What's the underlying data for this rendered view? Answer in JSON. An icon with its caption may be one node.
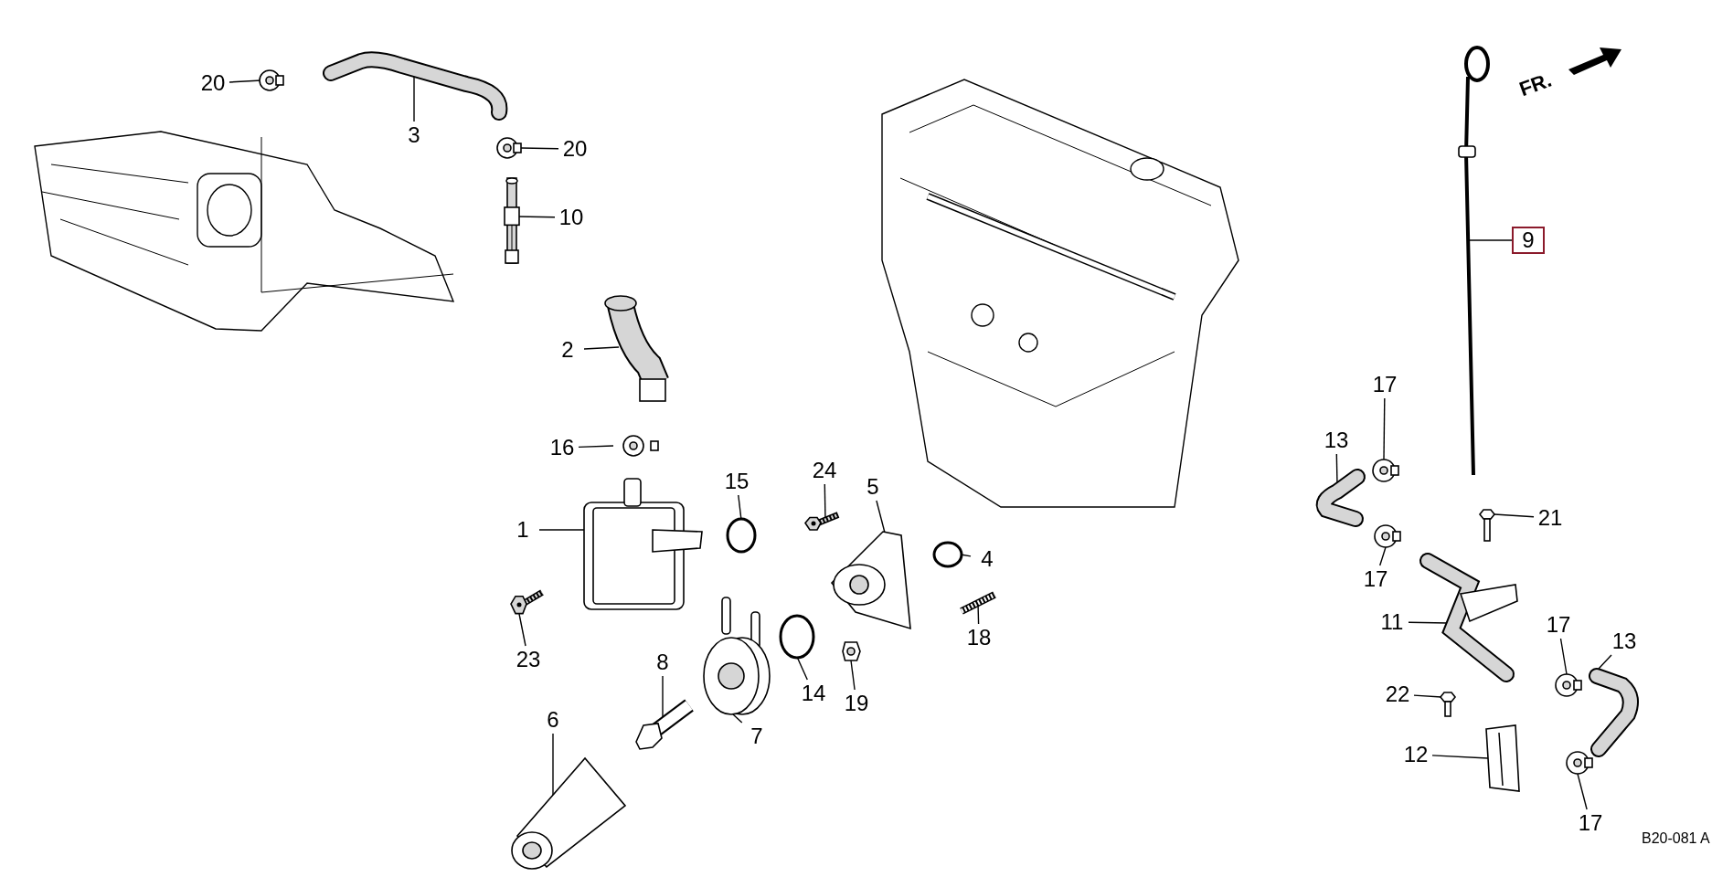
{
  "diagram": {
    "nodes": [
      {
        "text": [
          "20"
        ]
      },
      {
        "text": [],
        "shape": "picture"
      },
      {
        "text": [
          "3"
        ]
      },
      {
        "text": [],
        "shape": "picture"
      },
      {
        "text": [
          "20"
        ]
      },
      {
        "text": [],
        "shape": "picture"
      },
      {
        "text": [
          "10"
        ]
      },
      {
        "text": [],
        "shape": "picture"
      },
      {
        "text": [
          "2"
        ]
      },
      {
        "text": [],
        "shape": "picture"
      },
      {
        "text": [
          "16"
        ]
      },
      {
        "text": [],
        "shape": "picture"
      },
      {
        "text": [
          "1"
        ]
      },
      {
        "text": [],
        "shape": "picture"
      },
      {
        "text": [
          "15"
        ]
      },
      {
        "text": [],
        "shape": "circle"
      },
      {
        "text": [
          "24"
        ]
      },
      {
        "text": [],
        "shape": "picture"
      },
      {
        "text": [
          "5"
        ]
      },
      {
        "text": [],
        "shape": "picture"
      },
      {
        "text": [
          "4"
        ]
      },
      {
        "text": [],
        "shape": "circle"
      },
      {
        "text": [
          "23"
        ]
      },
      {
        "text": [],
        "shape": "picture"
      },
      {
        "text": [
          "18"
        ]
      },
      {
        "text": [],
        "shape": "picture"
      },
      {
        "text": [
          "19"
        ]
      },
      {
        "text": [],
        "shape": "picture"
      },
      {
        "text": [
          "14"
        ]
      },
      {
        "text": [],
        "shape": "circle"
      },
      {
        "text": [
          "8"
        ]
      },
      {
        "text": [],
        "shape": "picture"
      },
      {
        "text": [
          "7"
        ]
      },
      {
        "text": [],
        "shape": "picture"
      },
      {
        "text": [
          "6"
        ]
      },
      {
        "text": [],
        "shape": "picture"
      },
      {
        "text": [
          "9"
        ]
      },
      {
        "text": [],
        "shape": "picture"
      },
      {
        "text": [
          "17"
        ]
      },
      {
        "text": [],
        "shape": "picture"
      },
      {
        "text": [
          "13"
        ]
      },
      {
        "text": [],
        "shape": "picture"
      },
      {
        "text": [
          "17"
        ]
      },
      {
        "text": [],
        "shape": "picture"
      },
      {
        "text": [
          "21"
        ]
      },
      {
        "text": [],
        "shape": "picture"
      },
      {
        "text": [
          "11"
        ]
      },
      {
        "text": [],
        "shape": "picture"
      },
      {
        "text": [
          "17"
        ]
      },
      {
        "text": [],
        "shape": "picture"
      },
      {
        "text": [
          "13"
        ]
      },
      {
        "text": [],
        "shape": "picture"
      },
      {
        "text": [
          "22"
        ]
      },
      {
        "text": [],
        "shape": "picture"
      },
      {
        "text": [
          "12"
        ]
      },
      {
        "text": [],
        "shape": "picture"
      },
      {
        "text": [
          "17"
        ]
      },
      {
        "text": [],
        "shape": "picture"
      }
    ],
    "edges": [
      {
        "from": 0,
        "to": 1,
        "arrow": "none"
      },
      {
        "from": 2,
        "to": 3,
        "arrow": "none"
      },
      {
        "from": 4,
        "to": 5,
        "arrow": "none"
      },
      {
        "from": 6,
        "to": 7,
        "arrow": "none"
      },
      {
        "from": 8,
        "to": 9,
        "arrow": "none"
      },
      {
        "from": 10,
        "to": 11,
        "arrow": "none"
      },
      {
        "from": 12,
        "to": 13,
        "arrow": "none"
      },
      {
        "from": 14,
        "to": 15,
        "arrow": "none"
      },
      {
        "from": 16,
        "to": 17,
        "arrow": "none"
      },
      {
        "from": 18,
        "to": 19,
        "arrow": "none"
      },
      {
        "from": 20,
        "to": 21,
        "arrow": "none"
      },
      {
        "from": 22,
        "to": 23,
        "arrow": "none"
      },
      {
        "from": 24,
        "to": 25,
        "arrow": "none"
      },
      {
        "from": 26,
        "to": 27,
        "arrow": "none"
      },
      {
        "from": 28,
        "to": 29,
        "arrow": "none"
      },
      {
        "from": 30,
        "to": 31,
        "arrow": "none"
      },
      {
        "from": 32,
        "to": 33,
        "arrow": "none"
      },
      {
        "from": 34,
        "to": 35,
        "arrow": "none"
      },
      {
        "from": 36,
        "to": 37,
        "arrow": "none"
      },
      {
        "from": 38,
        "to": 39,
        "arrow": "none"
      },
      {
        "from": 40,
        "to": 41,
        "arrow": "none"
      },
      {
        "from": 42,
        "to": 43,
        "arrow": "none"
      },
      {
        "from": 44,
        "to": 45,
        "arrow": "none"
      },
      {
        "from": 46,
        "to": 47,
        "arrow": "none"
      },
      {
        "from": 48,
        "to": 49,
        "arrow": "none"
      },
      {
        "from": 50,
        "to": 51,
        "arrow": "none"
      },
      {
        "from": 52,
        "to": 53,
        "arrow": "none"
      },
      {
        "from": 54,
        "to": 55,
        "arrow": "none"
      },
      {
        "from": 56,
        "to": 57,
        "arrow": "none"
      }
    ],
    "labels": [
      "FR.",
      "B20-081 A"
    ]
  }
}
